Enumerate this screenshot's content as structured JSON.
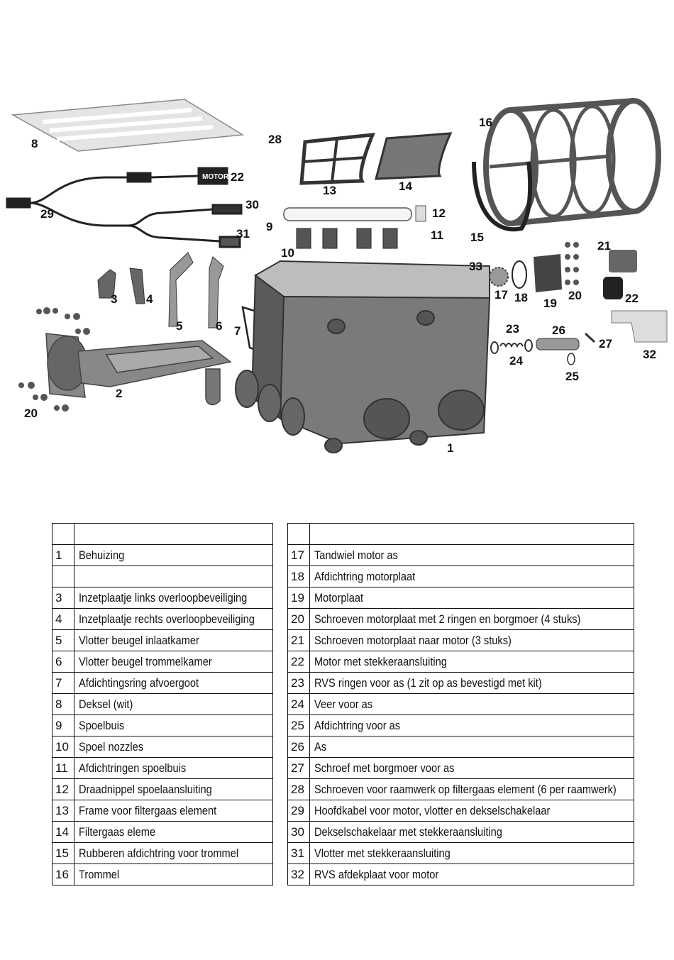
{
  "callouts": [
    "1",
    "2",
    "3",
    "4",
    "5",
    "6",
    "7",
    "8",
    "9",
    "10",
    "11",
    "12",
    "13",
    "14",
    "15",
    "16",
    "17",
    "18",
    "19",
    "20",
    "20",
    "21",
    "22",
    "22",
    "23",
    "24",
    "25",
    "26",
    "27",
    "28",
    "29",
    "30",
    "31",
    "32",
    "33"
  ],
  "motor_label": "MOTOR",
  "left_table": {
    "header": [
      "",
      ""
    ],
    "rows": [
      {
        "num": "1",
        "desc": "Behuizing"
      },
      {
        "num": "",
        "desc": ""
      },
      {
        "num": "3",
        "desc": "Inzetplaatje links overloopbeveiliging"
      },
      {
        "num": "4",
        "desc": "Inzetplaatje rechts overloopbeveiliging"
      },
      {
        "num": "5",
        "desc": "Vlotter beugel inlaatkamer"
      },
      {
        "num": "6",
        "desc": "Vlotter beugel trommelkamer"
      },
      {
        "num": "7",
        "desc": "Afdichtingsring afvoergoot"
      },
      {
        "num": "8",
        "desc": "Deksel (wit)"
      },
      {
        "num": "9",
        "desc": "Spoelbuis"
      },
      {
        "num": "10",
        "desc": "Spoel nozzles"
      },
      {
        "num": "11",
        "desc": "Afdichtringen spoelbuis"
      },
      {
        "num": "12",
        "desc": "Draadnippel spoelaansluiting"
      },
      {
        "num": "13",
        "desc": "Frame voor filtergaas element"
      },
      {
        "num": "14",
        "desc": "Filtergaas eleme"
      },
      {
        "num": "15",
        "desc": "Rubberen afdichtring voor trommel"
      },
      {
        "num": "16",
        "desc": "Trommel"
      }
    ]
  },
  "right_table": {
    "header": [
      "",
      ""
    ],
    "rows": [
      {
        "num": "17",
        "desc": "Tandwiel motor as"
      },
      {
        "num": "18",
        "desc": "Afdichtring motorplaat"
      },
      {
        "num": "19",
        "desc": "Motorplaat"
      },
      {
        "num": "20",
        "desc": "Schroeven motorplaat met 2 ringen en borgmoer (4 stuks)"
      },
      {
        "num": "21",
        "desc": "Schroeven motorplaat naar motor (3 stuks)"
      },
      {
        "num": "22",
        "desc": "Motor met stekkeraansluiting"
      },
      {
        "num": "23",
        "desc": "RVS ringen voor as (1 zit op as bevestigd met kit)"
      },
      {
        "num": "24",
        "desc": "Veer voor as"
      },
      {
        "num": "25",
        "desc": "Afdichtring voor as"
      },
      {
        "num": "26",
        "desc": "As"
      },
      {
        "num": "27",
        "desc": "Schroef met borgmoer voor as"
      },
      {
        "num": "28",
        "desc": "Schroeven voor raamwerk op filtergaas element (6 per raamwerk)"
      },
      {
        "num": "29",
        "desc": "Hoofdkabel voor motor, vlotter en dekselschakelaar"
      },
      {
        "num": "30",
        "desc": "Dekselschakelaar met stekkeraansluiting"
      },
      {
        "num": "31",
        "desc": "Vlotter met stekkeraansluiting"
      },
      {
        "num": "32",
        "desc": "RVS afdekplaat voor motor"
      }
    ]
  }
}
